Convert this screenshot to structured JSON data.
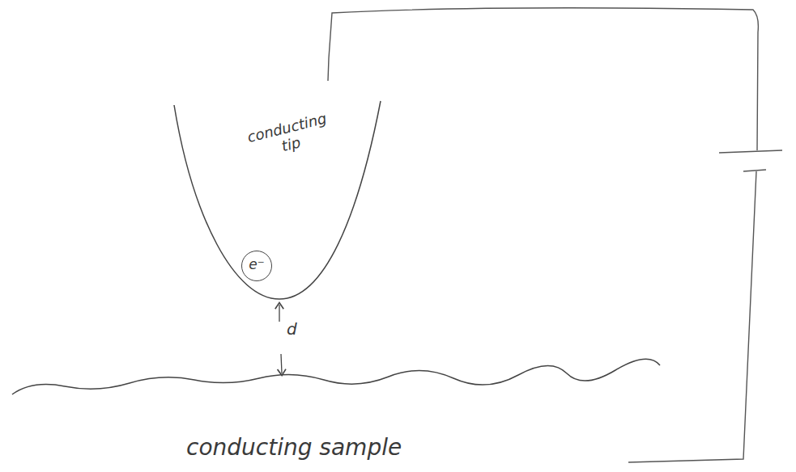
{
  "diagram": {
    "nodes": [
      {
        "text": [
          "conducting tip"
        ]
      },
      {
        "text": [
          "e⁻"
        ],
        "in": 0
      }
    ],
    "labels": [
      "d",
      "conducting sample"
    ]
  }
}
